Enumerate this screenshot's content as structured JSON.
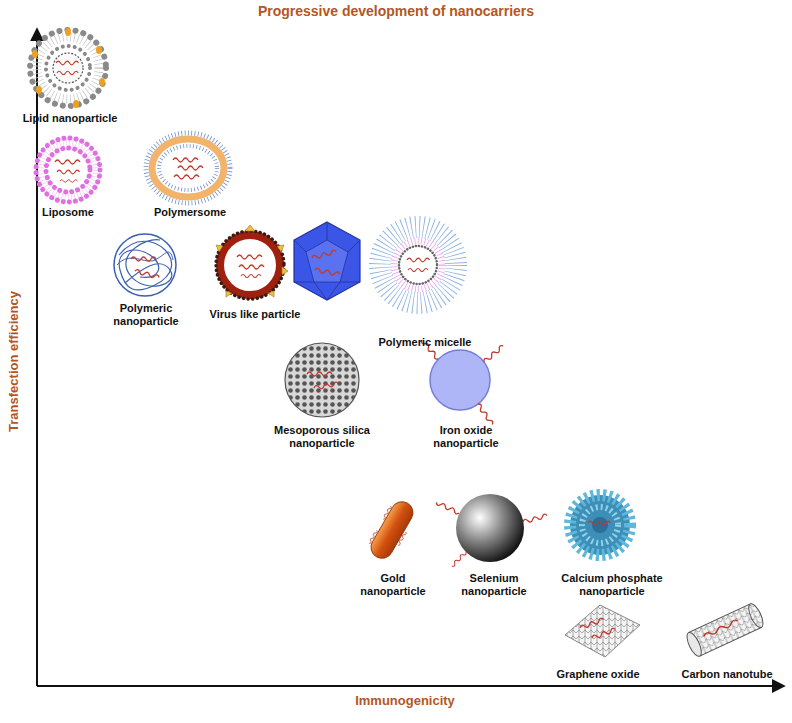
{
  "diagram": {
    "title": "Progressive development of nanocarriers",
    "labels": [
      "Transfection efficiency",
      "Immunogenicity",
      "Lipid nanoparticle",
      "Liposome",
      "Polymersome",
      "Polymeric nanoparticle",
      "Virus like particle",
      "Polymeric micelle",
      "Mesoporous silica nanoparticle",
      "Iron oxide nanoparticle",
      "Gold nanoparticle",
      "Selenium nanoparticle",
      "Calcium phosphate nanoparticle",
      "Graphene oxide",
      "Carbon nanotube"
    ]
  }
}
